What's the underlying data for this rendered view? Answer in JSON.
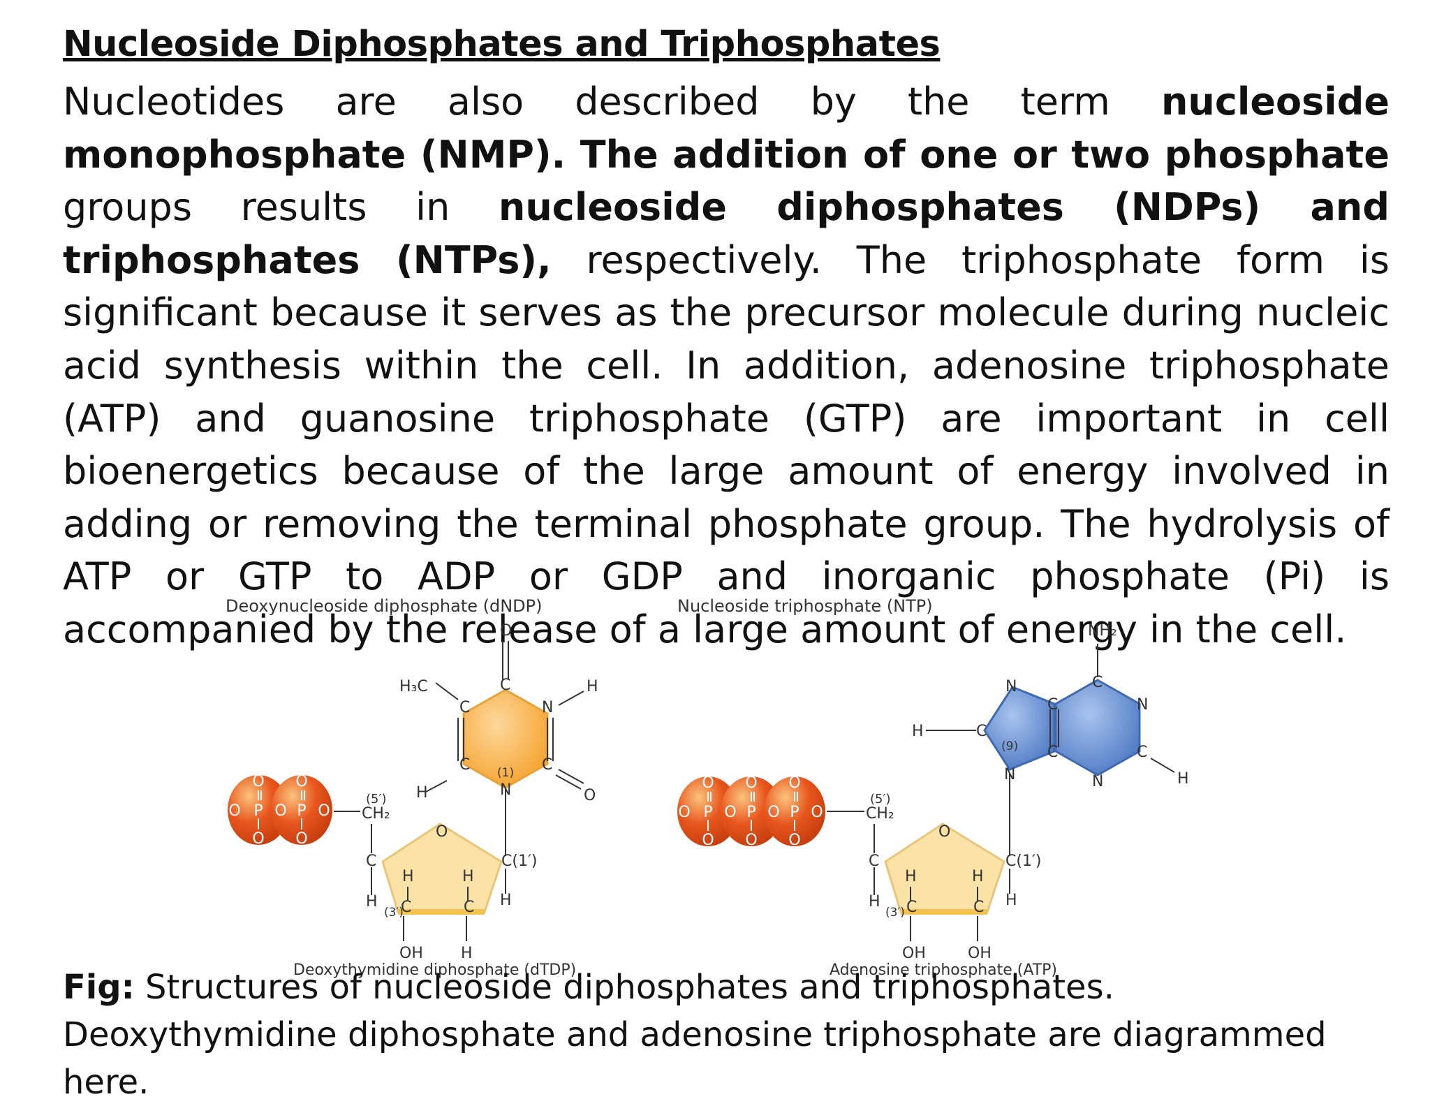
{
  "title": "Nucleoside Diphosphates and Triphosphates",
  "paragraph": {
    "p1": "Nucleotides are also described by the term ",
    "b1": "nucleoside monophosphate (NMP). The addition of one or two phosphate",
    "p2": " groups results in ",
    "b2": "nucleoside diphosphates (NDPs) and triphosphates (NTPs),",
    "p3": " respectively. The triphosphate form is  significant because it serves as the precursor molecule during nucleic acid synthesis within the cell. In addition, adenosine triphosphate (ATP) and guanosine triphosphate (GTP) are important in cell bioenergetics because of the large amount of energy involved in adding or removing the terminal phosphate group. The hydrolysis of ATP or GTP to ADP or GDP and inorganic phosphate (Pi) is accompanied by the release of a large amount of energy in the cell."
  },
  "figure": {
    "left": {
      "heading": "Deoxynucleoside diphosphate (dNDP)",
      "name": "Deoxythymidine diphosphate (dTDP)",
      "base_labels": {
        "carbon": "C",
        "nitrogen": "N",
        "oxygen": "O",
        "hydrogen": "H",
        "methyl": "H₃C",
        "position_1": "(1)"
      },
      "sugar_labels": {
        "ring_oxygen": "O",
        "c5": "(5′)",
        "ch2": "CH₂",
        "c1": "C(1′)",
        "c3": "(3′)",
        "oh": "OH"
      },
      "phosphate_labels": {
        "oxygen": "O",
        "phosphorus": "P"
      }
    },
    "right": {
      "heading": "Nucleoside triphosphate (NTP)",
      "name": "Adenosine triphosphate (ATP)",
      "base_labels": {
        "carbon": "C",
        "nitrogen": "N",
        "hydrogen": "H",
        "amine": "NH₂",
        "position_9": "(9)"
      },
      "sugar_labels": {
        "ring_oxygen": "O",
        "c5": "(5′)",
        "ch2": "CH₂",
        "c1": "C(1′)",
        "c3": "(3′)",
        "oh": "OH"
      },
      "phosphate_labels": {
        "oxygen": "O",
        "phosphorus": "P"
      }
    },
    "colors": {
      "phosphate": "#e8561e",
      "pyrimidine_base": "#f5a32e",
      "purine_base": "#5a86cc",
      "sugar": "#fbe2a6"
    }
  },
  "caption": {
    "label": "Fig:",
    "text": " Structures of nucleoside diphosphates and triphosphates. Deoxythymidine diphosphate and adenosine triphosphate are diagrammed here."
  }
}
